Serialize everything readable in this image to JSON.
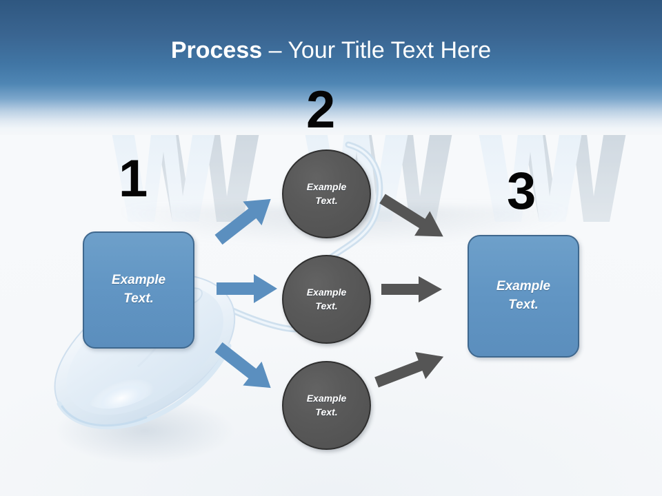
{
  "slide": {
    "title_bold": "Process",
    "title_separator": " – ",
    "title_light": "Your Title Text Here",
    "background_watermark": "WWW",
    "background_image": "computer-mouse"
  },
  "colors": {
    "header_top": "#2f5780",
    "header_mid": "#4f86b4",
    "canvas": "#f5f7f9",
    "box_fill": "#6296c4",
    "box_border": "#3f688e",
    "circle_fill": "#585858",
    "circle_border": "#2f2f2f",
    "arrow_blue": "#5b8fbf",
    "arrow_gray": "#555555",
    "number_black": "#050505",
    "title_text": "#ffffff"
  },
  "steps": [
    {
      "number": "1"
    },
    {
      "number": "2"
    },
    {
      "number": "3"
    }
  ],
  "nodes": {
    "left_box": {
      "text": "Example\nText."
    },
    "right_box": {
      "text": "Example\nText."
    },
    "circles": [
      {
        "text": "Example\nText."
      },
      {
        "text": "Example\nText."
      },
      {
        "text": "Example\nText."
      }
    ]
  },
  "arrows": [
    {
      "id": "left-up",
      "color": "#5b8fbf",
      "direction": "up-right"
    },
    {
      "id": "left-middle",
      "color": "#5b8fbf",
      "direction": "right"
    },
    {
      "id": "left-down",
      "color": "#5b8fbf",
      "direction": "down-right"
    },
    {
      "id": "right-down",
      "color": "#555555",
      "direction": "down-right"
    },
    {
      "id": "right-middle",
      "color": "#555555",
      "direction": "right"
    },
    {
      "id": "right-up",
      "color": "#555555",
      "direction": "up-right"
    }
  ]
}
